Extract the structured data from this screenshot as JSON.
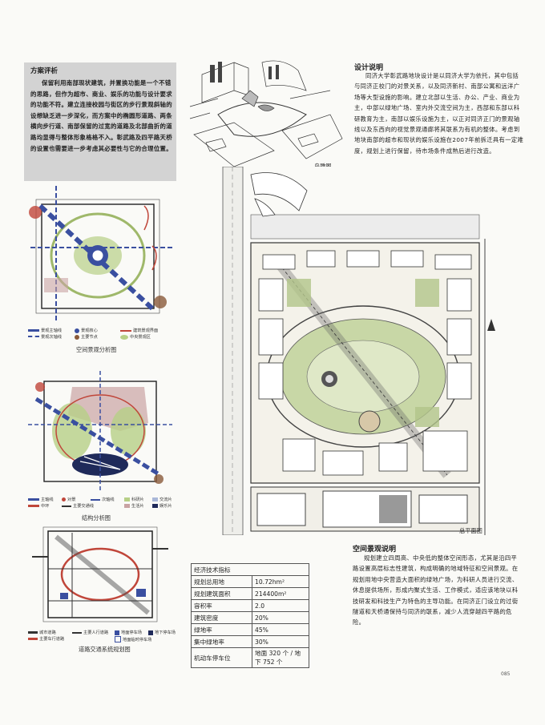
{
  "review": {
    "title": "方案评析",
    "body": "保留利用南部现状建筑，并置换功能是一个不错的思路，但作为超市、商业、娱乐的功能与设计要求的功能不符。建立连接校园与街区的步行景观斜轴的设想缺乏进一步深化，而方案中的椭圆形道路、两条横向步行道、南部保留的过宽的道路及北部曲折的道路均显得与整体形象格格不入。彰武路及四平路天桥的设置也需要进一步考虑其必要性与它的合理位置。"
  },
  "design": {
    "title": "设计说明",
    "body": "同济大学彰武路地块设计是以同济大学为依托，其中包括与同济正校门的对景关系，以及同济新村、南部公寓和远洋广场等大型设施的影响。建立北部以生活、办公、产业、商业为主，中部以绿地广场、室内外交流空间为主，西部和东部以科研教育为主，南部以娱乐设施为主，以正对同济正门的景观轴线以及东西向的视觉景观通廊将其联系为有机的整体。考虑到地块南部的超市和现状的娱乐设施在2007年前拆迁具有一定难度，规划上进行保留，待市场条件成熟后进行改造。"
  },
  "space": {
    "title": "空间景观说明",
    "body": "规划建立四周高、中央低的整体空间形态，尤其是沿四平路设置高层标志性建筑，构成明确的地域特征和空间景观。在规划用地中央营造大面积的绿地广场，为科研人员进行交流、休息提供场所，形成内聚式生活、工作模式，适应该地块以科技研发和科技生产为特色的主导功能。在同济正门设立的过街隧道和天桥通保持与同济的联系，减少人流穿越四平路的危险。"
  },
  "captions": {
    "aerial": "鸟瞰图",
    "landscape": "空间景观分析图",
    "structure": "结构分析图",
    "traffic": "道路交通系统规划图",
    "masterplan": "总平面图"
  },
  "legend1": [
    "景观主轴线",
    "景观核心",
    "建筑景观界面",
    "景观次轴线",
    "主要节点",
    "中央景观区"
  ],
  "legend2": [
    "主轴线",
    "对景",
    "次轴线",
    "科研片",
    "交流片",
    "中环",
    "主要交通线",
    "生活片",
    "娱乐片"
  ],
  "legend3": [
    "城市道路",
    "主要人行道路",
    "地面停车场",
    "地下停车场",
    "主要车行道路",
    "地面临时停车场"
  ],
  "tech": {
    "title": "经济技术指标",
    "rows": [
      {
        "k": "规划总用地",
        "v": "10.72hm²"
      },
      {
        "k": "规划建筑面积",
        "v": "214400m²"
      },
      {
        "k": "容积率",
        "v": "2.0"
      },
      {
        "k": "建筑密度",
        "v": "20%"
      },
      {
        "k": "绿地率",
        "v": "45%"
      },
      {
        "k": "集中绿地率",
        "v": "30%"
      },
      {
        "k": "机动车停车位",
        "v": "地面 320 个 / 地下 752 个"
      }
    ]
  },
  "page_number": "085",
  "colors": {
    "review_bg": "#d3d3d3",
    "green": "#9fb86a",
    "blue": "#3a4fa0",
    "red": "#c0463a",
    "brown": "#8a5a3a"
  }
}
